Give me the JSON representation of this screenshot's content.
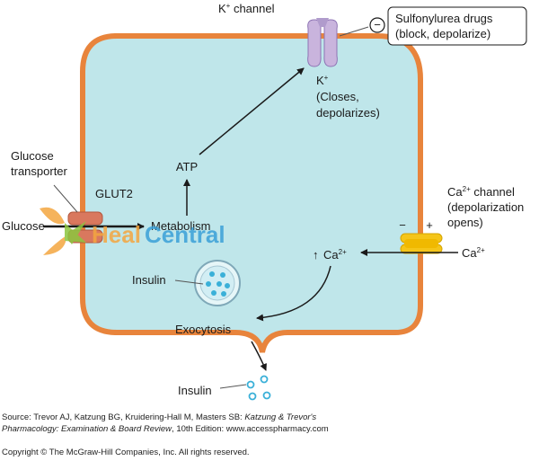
{
  "labels": {
    "k_channel": "K",
    "k_channel_sup": "+",
    "k_channel_suffix": " channel",
    "sulfonylurea_line1": "Sulfonylurea drugs",
    "sulfonylurea_line2": "(block, depolarize)",
    "minus_sign": "−",
    "k_ion": "K",
    "k_ion_sup": "+",
    "k_closes_line1": "(Closes,",
    "k_closes_line2": "depolarizes)",
    "atp": "ATP",
    "metabolism": "Metabolism",
    "glucose_transporter_line1": "Glucose",
    "glucose_transporter_line2": "transporter",
    "glut2": "GLUT2",
    "glucose": "Glucose",
    "ca_channel": "Ca",
    "ca_channel_sup": "2+",
    "ca_channel_suffix": " channel",
    "ca_depol_line1": "(depolarization",
    "ca_depol_line2": "opens)",
    "minus_membrane": "−",
    "plus_membrane": "+",
    "ca_inside": "Ca",
    "ca_inside_sup": "2+",
    "ca_outside": "Ca",
    "ca_outside_sup": "2+",
    "insulin_granule": "Insulin",
    "exocytosis": "Exocytosis",
    "insulin_released": "Insulin"
  },
  "watermark": {
    "part1": "Heal",
    "part2": "Central"
  },
  "source": {
    "prefix": "Source: Trevor AJ, Katzung BG, Kruidering-Hall M, Masters SB: ",
    "book_title_line1": "Katzung & Trevor's",
    "book_title_line2": "Pharmacology: Examination & Board Review",
    "suffix": ", 10th Edition: www.accesspharmacy.com",
    "copyright": "Copyright © The McGraw-Hill Companies, Inc. All rights reserved."
  },
  "colors": {
    "cell_fill": "#bfe6ea",
    "membrane": "#e8843c",
    "k_channel": "#c9b4dd",
    "ca_channel": "#f5c518",
    "glut2": "#d9785e",
    "insulin_dots": "#3ab0d8"
  }
}
